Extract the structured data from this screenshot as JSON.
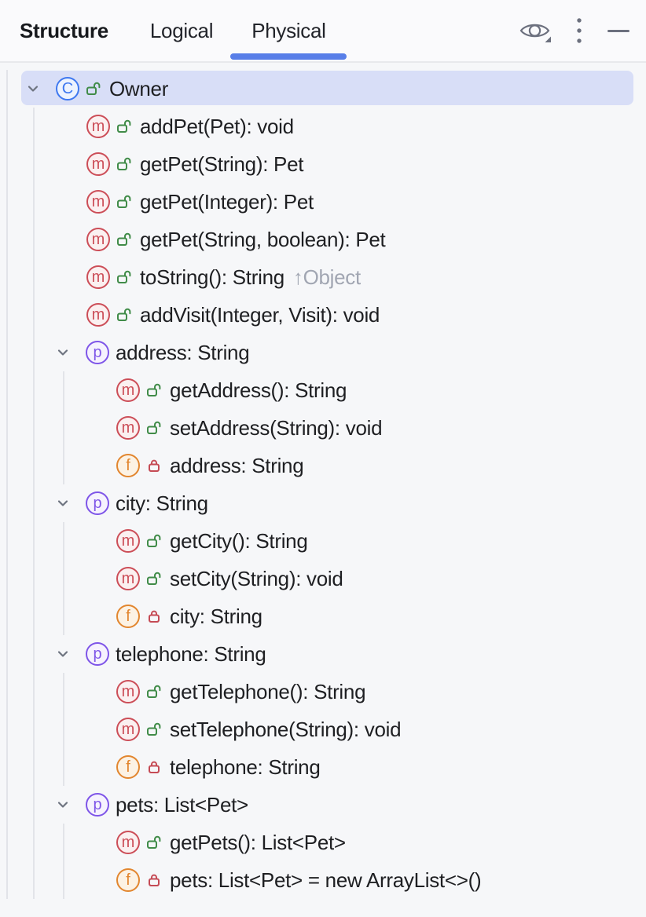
{
  "header": {
    "title": "Structure",
    "tabs": [
      {
        "label": "Logical",
        "selected": false
      },
      {
        "label": "Physical",
        "selected": true
      }
    ],
    "actions": [
      "view-options",
      "more-options",
      "hide"
    ]
  },
  "colors": {
    "accent_underline": "#587EE8",
    "selection_bg": "#D8DEF7",
    "header_bg": "#FAFAFC",
    "tree_bg": "#F6F7F9",
    "text": "#1E1F22",
    "inherited_text": "#A1A6B2",
    "chevron": "#6E7480",
    "toolbar_icon": "#6C707E",
    "guide_line": "#E2E4E9",
    "lock_public": "#418C49",
    "lock_private": "#C54B55"
  },
  "icons": {
    "inherit_arrow": "↑",
    "class": {
      "letter": "C",
      "ring": "#3E78F0",
      "bg": "#EDF3FE"
    },
    "method": {
      "letter": "m",
      "ring": "#CC4E58",
      "bg": "#FBF0F0"
    },
    "property": {
      "letter": "p",
      "ring": "#7E55E8",
      "bg": "#F6F2FE"
    },
    "field": {
      "letter": "f",
      "ring": "#E2862F",
      "bg": "#FCF2E4"
    }
  },
  "tree": {
    "rows": [
      {
        "label": "Owner",
        "kind": "class",
        "level": 0,
        "expanded": true,
        "visibility": "public",
        "selected": true
      },
      {
        "label": "addPet(Pet): void",
        "kind": "method",
        "level": 1,
        "visibility": "public"
      },
      {
        "label": "getPet(String): Pet",
        "kind": "method",
        "level": 1,
        "visibility": "public"
      },
      {
        "label": "getPet(Integer): Pet",
        "kind": "method",
        "level": 1,
        "visibility": "public"
      },
      {
        "label": "getPet(String, boolean): Pet",
        "kind": "method",
        "level": 1,
        "visibility": "public"
      },
      {
        "label": "toString(): String",
        "kind": "method",
        "level": 1,
        "visibility": "public",
        "inherited_from": "Object"
      },
      {
        "label": "addVisit(Integer, Visit): void",
        "kind": "method",
        "level": 1,
        "visibility": "public"
      },
      {
        "label": "address: String",
        "kind": "property",
        "level": 1,
        "expanded": true
      },
      {
        "label": "getAddress(): String",
        "kind": "method",
        "level": 2,
        "visibility": "public"
      },
      {
        "label": "setAddress(String): void",
        "kind": "method",
        "level": 2,
        "visibility": "public"
      },
      {
        "label": "address: String",
        "kind": "field",
        "level": 2,
        "visibility": "private"
      },
      {
        "label": "city: String",
        "kind": "property",
        "level": 1,
        "expanded": true
      },
      {
        "label": "getCity(): String",
        "kind": "method",
        "level": 2,
        "visibility": "public"
      },
      {
        "label": "setCity(String): void",
        "kind": "method",
        "level": 2,
        "visibility": "public"
      },
      {
        "label": "city: String",
        "kind": "field",
        "level": 2,
        "visibility": "private"
      },
      {
        "label": "telephone: String",
        "kind": "property",
        "level": 1,
        "expanded": true
      },
      {
        "label": "getTelephone(): String",
        "kind": "method",
        "level": 2,
        "visibility": "public"
      },
      {
        "label": "setTelephone(String): void",
        "kind": "method",
        "level": 2,
        "visibility": "public"
      },
      {
        "label": "telephone: String",
        "kind": "field",
        "level": 2,
        "visibility": "private"
      },
      {
        "label": "pets: List<Pet>",
        "kind": "property",
        "level": 1,
        "expanded": true
      },
      {
        "label": "getPets(): List<Pet>",
        "kind": "method",
        "level": 2,
        "visibility": "public"
      },
      {
        "label": "pets: List<Pet> = new ArrayList<>()",
        "kind": "field",
        "level": 2,
        "visibility": "private"
      }
    ]
  }
}
